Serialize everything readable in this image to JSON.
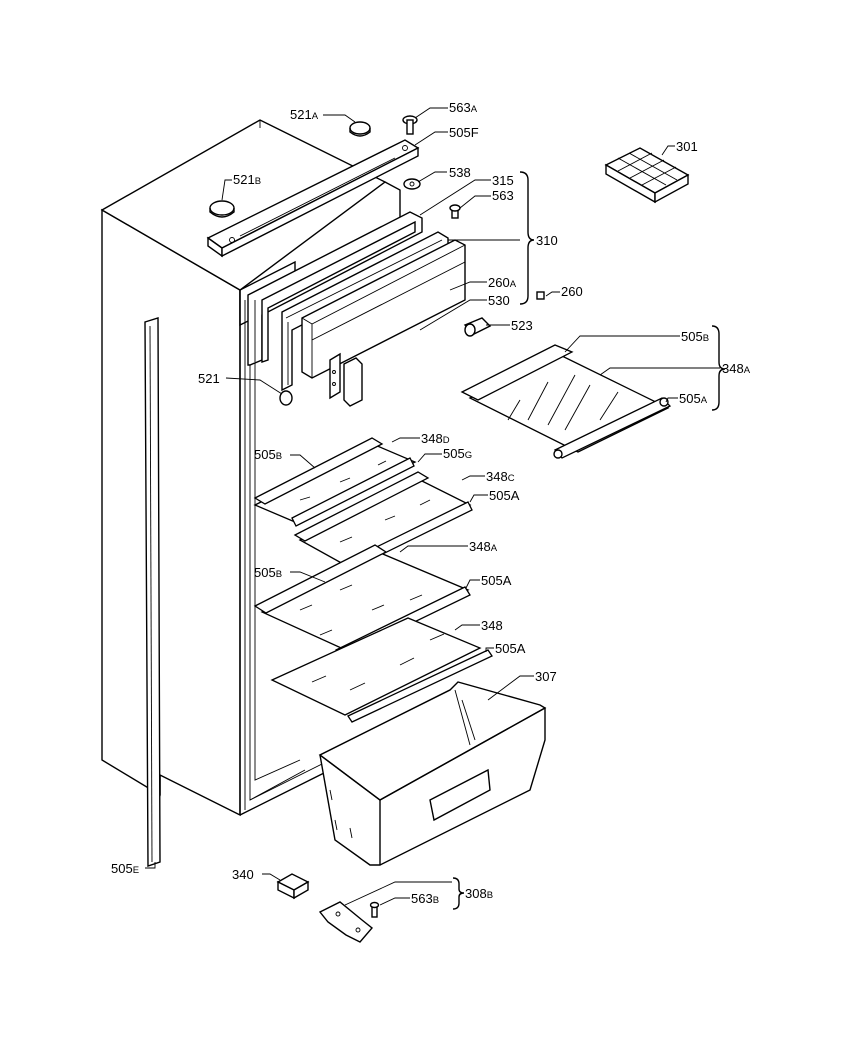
{
  "callouts": [
    {
      "id": "c521a",
      "num": "521",
      "suffix": "A"
    },
    {
      "id": "c563a",
      "num": "563",
      "suffix": "A"
    },
    {
      "id": "c505f",
      "num": "505F",
      "suffix": ""
    },
    {
      "id": "c538",
      "num": "538",
      "suffix": ""
    },
    {
      "id": "c315",
      "num": "315",
      "suffix": ""
    },
    {
      "id": "c563",
      "num": "563",
      "suffix": ""
    },
    {
      "id": "c310",
      "num": "310",
      "suffix": ""
    },
    {
      "id": "c521b",
      "num": "521",
      "suffix": "B"
    },
    {
      "id": "c301",
      "num": "301",
      "suffix": ""
    },
    {
      "id": "c260a",
      "num": "260",
      "suffix": "A"
    },
    {
      "id": "c530",
      "num": "530",
      "suffix": ""
    },
    {
      "id": "c260",
      "num": "260",
      "suffix": ""
    },
    {
      "id": "c523",
      "num": "523",
      "suffix": ""
    },
    {
      "id": "c505b_r",
      "num": "505",
      "suffix": "B"
    },
    {
      "id": "c348a_r",
      "num": "348",
      "suffix": "A"
    },
    {
      "id": "c505a_r",
      "num": "505",
      "suffix": "A"
    },
    {
      "id": "c521",
      "num": "521",
      "suffix": ""
    },
    {
      "id": "c348d",
      "num": "348",
      "suffix": "D"
    },
    {
      "id": "c505b_1",
      "num": "505",
      "suffix": "B"
    },
    {
      "id": "c505g",
      "num": "505",
      "suffix": "G"
    },
    {
      "id": "c348c",
      "num": "348",
      "suffix": "C"
    },
    {
      "id": "c505a_1",
      "num": "505A",
      "suffix": ""
    },
    {
      "id": "c348a_2",
      "num": "348",
      "suffix": "A"
    },
    {
      "id": "c505b_2",
      "num": "505",
      "suffix": "B"
    },
    {
      "id": "c505a_2",
      "num": "505A",
      "suffix": ""
    },
    {
      "id": "c348",
      "num": "348",
      "suffix": ""
    },
    {
      "id": "c505a_3",
      "num": "505A",
      "suffix": ""
    },
    {
      "id": "c307",
      "num": "307",
      "suffix": ""
    },
    {
      "id": "c505e",
      "num": "505",
      "suffix": "E"
    },
    {
      "id": "c340",
      "num": "340",
      "suffix": ""
    },
    {
      "id": "c563b",
      "num": "563",
      "suffix": "B"
    },
    {
      "id": "c308b",
      "num": "308",
      "suffix": "B"
    }
  ]
}
